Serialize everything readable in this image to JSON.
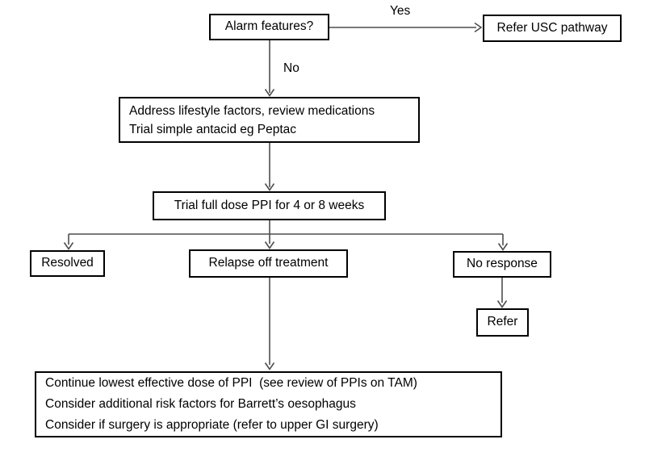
{
  "diagram": {
    "kind": "flowchart",
    "colors": {
      "background": "#ffffff",
      "box_fill": "#ffffff",
      "box_border": "#000000",
      "connector": "#4d4d4d",
      "text": "#000000"
    }
  },
  "nodes": {
    "alarm": {
      "label": "Alarm features?"
    },
    "refer_usc": {
      "label": "Refer USC pathway"
    },
    "lifestyle": {
      "lines": [
        "Address lifestyle factors, review medications",
        "Trial simple antacid eg Peptac"
      ]
    },
    "ppi_trial": {
      "label": "Trial full dose PPI for 4 or 8 weeks"
    },
    "resolved": {
      "label": "Resolved"
    },
    "relapse": {
      "label": "Relapse off treatment"
    },
    "no_response": {
      "label": "No response"
    },
    "refer": {
      "label": "Refer"
    },
    "continue": {
      "lines": [
        "Continue lowest effective dose of PPI  (see review of PPIs on TAM)",
        "Consider additional risk factors for Barrett’s oesophagus",
        "Consider if surgery is appropriate (refer to upper GI surgery)"
      ]
    }
  },
  "edge_labels": {
    "yes": "Yes",
    "no": "No"
  },
  "edges": [
    {
      "from": "alarm",
      "to": "refer_usc",
      "label": "Yes"
    },
    {
      "from": "alarm",
      "to": "lifestyle",
      "label": "No"
    },
    {
      "from": "lifestyle",
      "to": "ppi_trial",
      "label": ""
    },
    {
      "from": "ppi_trial",
      "to": "resolved",
      "label": ""
    },
    {
      "from": "ppi_trial",
      "to": "relapse",
      "label": ""
    },
    {
      "from": "ppi_trial",
      "to": "no_response",
      "label": ""
    },
    {
      "from": "no_response",
      "to": "refer",
      "label": ""
    },
    {
      "from": "relapse",
      "to": "continue",
      "label": ""
    }
  ]
}
